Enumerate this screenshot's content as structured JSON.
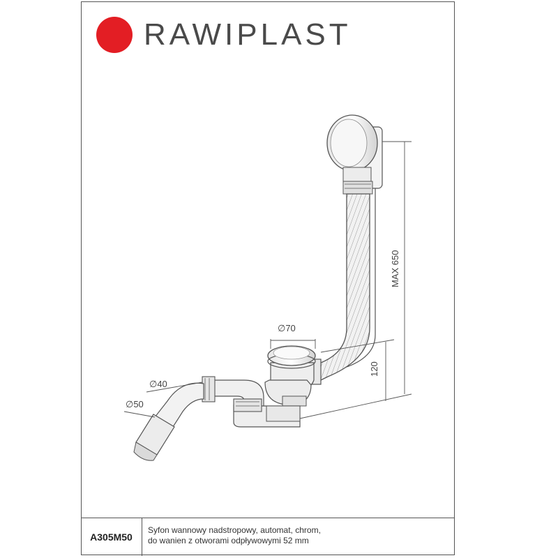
{
  "brand": {
    "name": "RAWIPLAST",
    "color": "#e31e24"
  },
  "dimensions": {
    "d70": "∅70",
    "d40": "∅40",
    "d50": "∅50",
    "h120": "120",
    "max650": "MAX 650"
  },
  "footer": {
    "code": "A305M50",
    "line1": "Syfon wannowy nadstropowy, automat, chrom,",
    "line2": "do wanien z otworami odpływowymi 52 mm"
  }
}
